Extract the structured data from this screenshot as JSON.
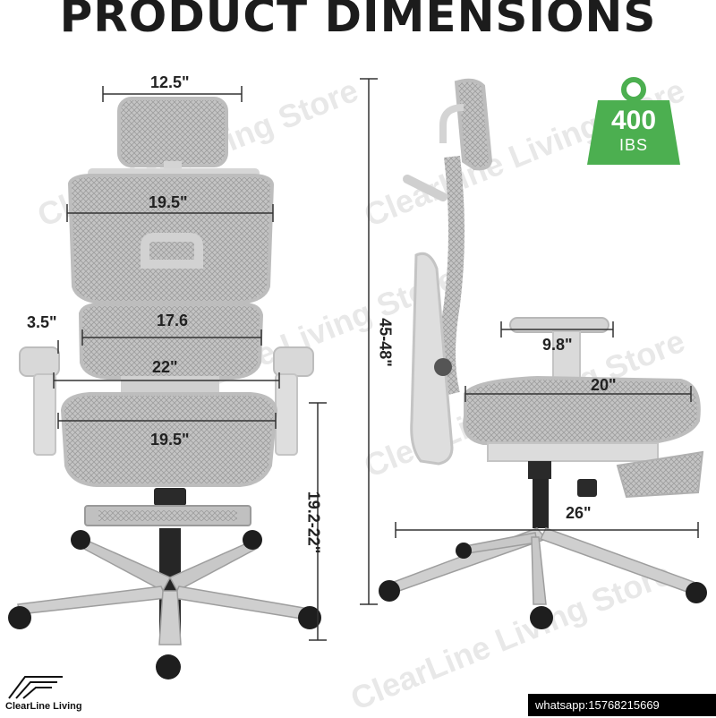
{
  "title": "PRODUCT DIMENSIONS",
  "watermark": "ClearLine Living Store",
  "dimensions": {
    "headrest_width": "12.5\"",
    "backrest_upper_width": "19.5\"",
    "lumbar_width": "17.6",
    "armrest_offset": "3.5\"",
    "arm_span": "22\"",
    "seat_width": "19.5\"",
    "seat_height": "19.2-22\"",
    "total_height": "45-48\"",
    "armrest_depth": "9.8\"",
    "seat_depth": "20\"",
    "base_width": "26\""
  },
  "weight_badge": {
    "value": "400",
    "unit": "IBS",
    "color": "#4caf50"
  },
  "brand": {
    "logo_text": "ClearLine Living"
  },
  "contact": "whatsapp:15768215669",
  "colors": {
    "mesh": "#b5b5b5",
    "frame": "#d0d0d0",
    "metal": "#c8c8c8",
    "wheel": "#1e1e1e",
    "line": "#333333"
  }
}
